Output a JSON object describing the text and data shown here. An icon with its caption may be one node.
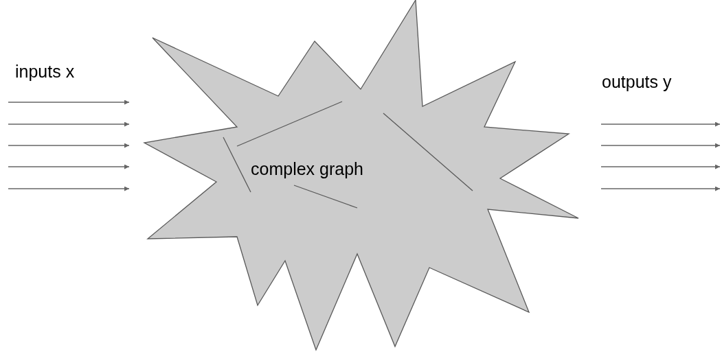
{
  "diagram": {
    "nodes": [
      {
        "text": [
          "complex graph"
        ]
      }
    ],
    "labels": [
      "inputs x",
      "outputs y"
    ]
  }
}
